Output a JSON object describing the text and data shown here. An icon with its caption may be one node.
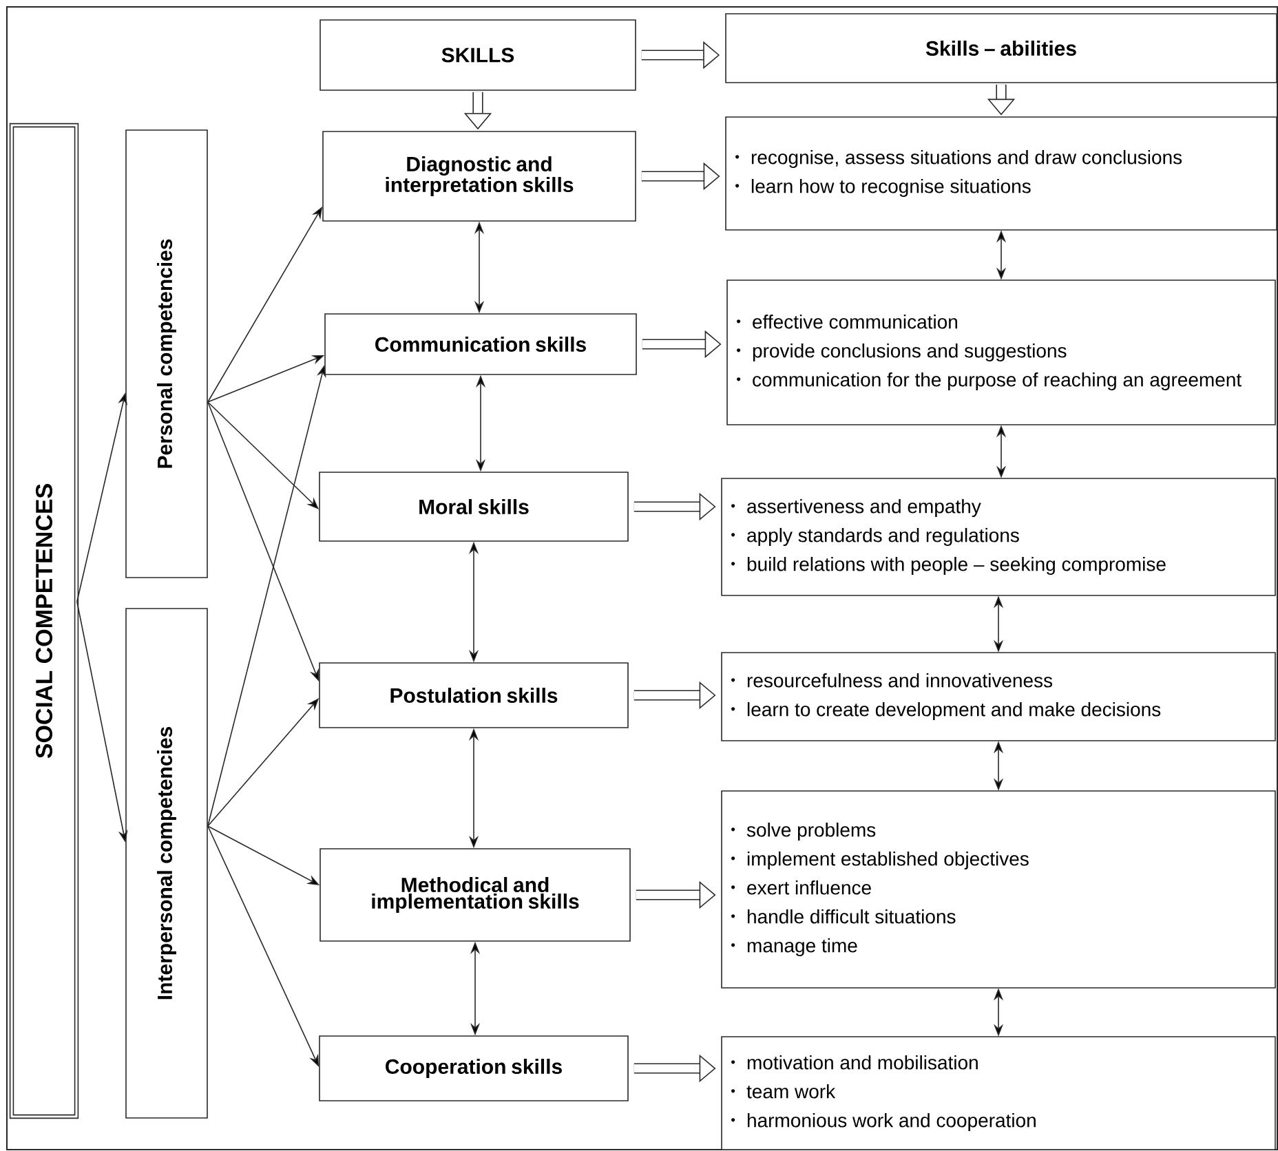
{
  "diagram": {
    "nodes": [
      {
        "text": [
          "SKILLS"
        ]
      },
      {
        "text": [
          "Skills – abilities"
        ]
      },
      {
        "text": [
          "SOCIAL COMPETENCES"
        ]
      },
      {
        "text": [
          "Personal competencies"
        ]
      },
      {
        "text": [
          "Interpersonal competencies"
        ]
      },
      {
        "text": [
          "Diagnostic and interpretation skills"
        ]
      },
      {
        "text": [
          "Communication skills"
        ]
      },
      {
        "text": [
          "Moral skills"
        ]
      },
      {
        "text": [
          "Postulation skills"
        ]
      },
      {
        "text": [
          "Methodical and implementation skills"
        ]
      },
      {
        "text": [
          "Cooperation skills"
        ]
      },
      {
        "text": [
          "recognise, assess situations and draw conclusions",
          "learn how to recognise situations"
        ]
      },
      {
        "text": [
          "effective communication",
          "provide conclusions and suggestions",
          "communication for the purpose of reaching an agreement"
        ]
      },
      {
        "text": [
          "assertiveness and empathy",
          "apply standards and regulations",
          "build relations with people – seeking compromise"
        ]
      },
      {
        "text": [
          "resourcefulness and innovativeness",
          "learn to create development and make decisions"
        ]
      },
      {
        "text": [
          "solve problems",
          "implement established objectives",
          "exert influence",
          "handle difficult situations",
          "manage time"
        ]
      },
      {
        "text": [
          "motivation and mobilisation",
          "team work",
          "harmonious work and cooperation"
        ]
      }
    ],
    "edges": [
      {
        "from": 0,
        "to": 1,
        "arrow": "to",
        "style": "thick"
      },
      {
        "from": 0,
        "to": 5,
        "arrow": "to",
        "style": "thick"
      },
      {
        "from": 1,
        "to": 11,
        "arrow": "to",
        "style": "thick"
      },
      {
        "from": 2,
        "to": 3,
        "arrow": "to"
      },
      {
        "from": 2,
        "to": 4,
        "arrow": "to"
      },
      {
        "from": 3,
        "to": 5,
        "arrow": "to"
      },
      {
        "from": 3,
        "to": 6,
        "arrow": "to"
      },
      {
        "from": 3,
        "to": 7,
        "arrow": "to"
      },
      {
        "from": 3,
        "to": 8,
        "arrow": "to"
      },
      {
        "from": 4,
        "to": 6,
        "arrow": "to"
      },
      {
        "from": 4,
        "to": 8,
        "arrow": "to"
      },
      {
        "from": 4,
        "to": 9,
        "arrow": "to"
      },
      {
        "from": 4,
        "to": 10,
        "arrow": "to"
      },
      {
        "from": 5,
        "to": 6,
        "arrow": "both"
      },
      {
        "from": 6,
        "to": 7,
        "arrow": "both"
      },
      {
        "from": 7,
        "to": 8,
        "arrow": "both"
      },
      {
        "from": 8,
        "to": 9,
        "arrow": "both"
      },
      {
        "from": 9,
        "to": 10,
        "arrow": "both"
      },
      {
        "from": 5,
        "to": 11,
        "arrow": "to",
        "style": "thick"
      },
      {
        "from": 6,
        "to": 12,
        "arrow": "to",
        "style": "thick"
      },
      {
        "from": 7,
        "to": 13,
        "arrow": "to",
        "style": "thick"
      },
      {
        "from": 8,
        "to": 14,
        "arrow": "to",
        "style": "thick"
      },
      {
        "from": 9,
        "to": 15,
        "arrow": "to",
        "style": "thick"
      },
      {
        "from": 10,
        "to": 16,
        "arrow": "to",
        "style": "thick"
      },
      {
        "from": 11,
        "to": 12,
        "arrow": "both"
      },
      {
        "from": 12,
        "to": 13,
        "arrow": "both"
      },
      {
        "from": 13,
        "to": 14,
        "arrow": "both"
      },
      {
        "from": 14,
        "to": 15,
        "arrow": "both"
      },
      {
        "from": 15,
        "to": 16,
        "arrow": "both"
      }
    ]
  }
}
